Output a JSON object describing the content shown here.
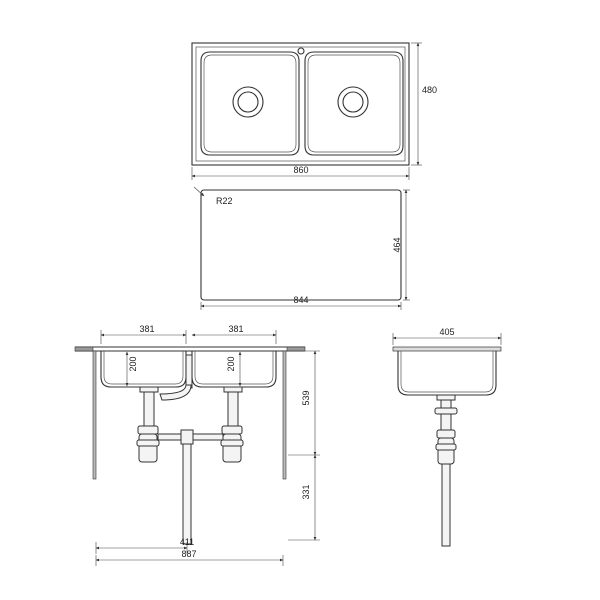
{
  "top_view": {
    "width_label": "860",
    "height_label": "480"
  },
  "cutout": {
    "radius_label": "R22",
    "width_label": "844",
    "height_label": "464"
  },
  "front_view": {
    "bowl_left_width": "381",
    "bowl_right_width": "381",
    "bowl_left_depth": "200",
    "bowl_right_depth": "200",
    "cabinet_height": "539",
    "lower_height": "331",
    "drain_spacing": "411",
    "overall_width": "887"
  },
  "side_view": {
    "width_label": "405"
  }
}
